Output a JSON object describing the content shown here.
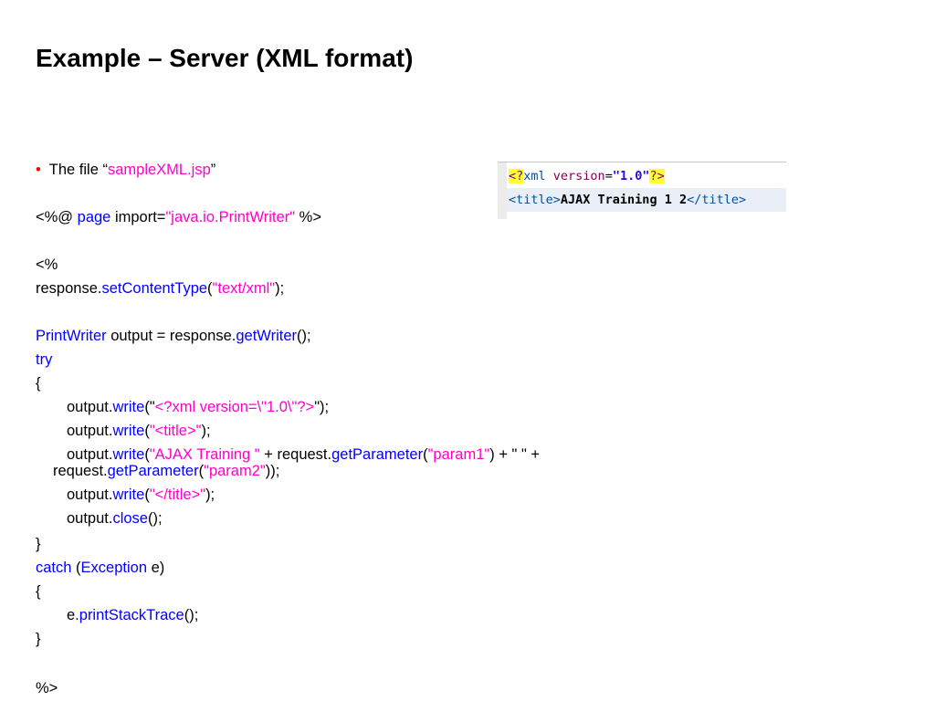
{
  "title": "Example – Server (XML format)",
  "bullet": {
    "symbol": "•",
    "text_prefix": "The file “",
    "filename": "sampleXML.jsp",
    "text_suffix": "”"
  },
  "code": {
    "directive_open": "<%@ ",
    "directive_kw": "page",
    "directive_attr": " import=",
    "directive_val": "\"java.io.PrintWriter\"",
    "directive_close": " %>",
    "scriptlet_open": "<%",
    "ct_obj": "response.",
    "ct_method": "setContentType",
    "ct_paren_open": "(",
    "ct_arg": "\"text/xml\"",
    "ct_end": ");",
    "pw_type": "PrintWriter",
    "pw_mid": " output = response.",
    "pw_method": "getWriter",
    "pw_end": "();",
    "try_kw": "try",
    "brace_open": "{",
    "brace_close": "}",
    "w1_obj": "output.",
    "w1_method": "write",
    "w1_open": "(\"",
    "w1_arg": "<?xml version=\\\"1.0\\\"?>",
    "w1_end": "\");",
    "w2_obj": "output.",
    "w2_method": "write",
    "w2_open": "(",
    "w2_arg": "\"<title>\"",
    "w2_end": ");",
    "w3_obj": "output.",
    "w3_method": "write",
    "w3_open": "(",
    "w3_arg": "\"AJAX Training \"",
    "w3_mid": " + request.",
    "w3_method2": "getParameter",
    "w3_open2": "(",
    "w3_arg2": "\"param1\"",
    "w3_tail": ") + \" \" +",
    "w3_cont_obj": "request.",
    "w3_cont_method": "getParameter",
    "w3_cont_open": "(",
    "w3_cont_arg": "\"param2\"",
    "w3_cont_end": "));",
    "w4_obj": "output.",
    "w4_method": "write",
    "w4_open": "(",
    "w4_arg": "\"</title>\"",
    "w4_end": ");",
    "close_obj": "output.",
    "close_method": "close",
    "close_end": "();",
    "catch_kw": "catch",
    "catch_open": " (",
    "catch_type": "Exception",
    "catch_end": " e)",
    "pst_obj": "e.",
    "pst_method": "printStackTrace",
    "pst_end": "();",
    "scriptlet_close": "%>"
  },
  "xml_preview": {
    "pi_open": "<?",
    "pi_name": "xml",
    "attr_name": " version",
    "eq": "=",
    "attr_val": "\"1.0\"",
    "pi_close": "?>",
    "title_open": "<title>",
    "title_text": "AJAX Training 1 2",
    "title_close": "</title>"
  }
}
